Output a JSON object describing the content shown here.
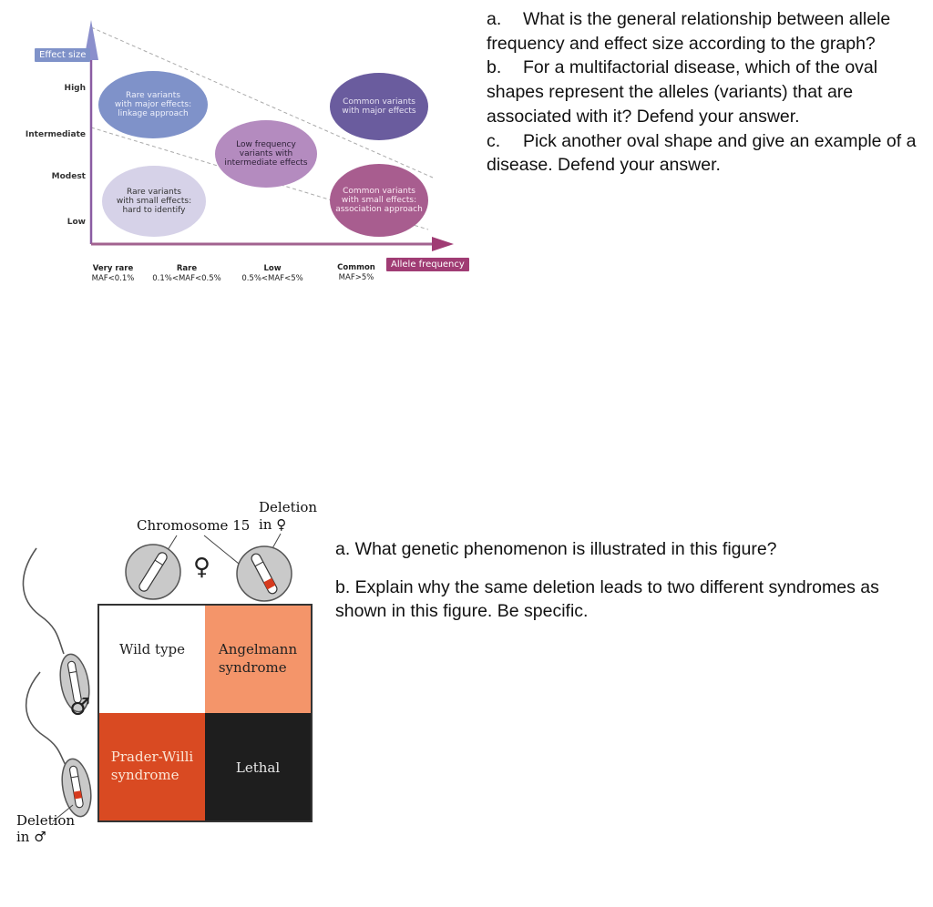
{
  "figure1": {
    "y_axis_title": "Effect size",
    "x_axis_title": "Allele frequency",
    "y_levels": [
      "High",
      "Intermediate",
      "Modest",
      "Low"
    ],
    "x_categories": [
      {
        "name": "Very rare",
        "range": "MAF<0.1%"
      },
      {
        "name": "Rare",
        "range": "0.1%<MAF<0.5%"
      },
      {
        "name": "Low",
        "range": "0.5%<MAF<5%"
      },
      {
        "name": "Common",
        "range": "MAF>5%"
      }
    ],
    "ovals": [
      {
        "label": "Rare variants\nwith major effects:\nlinkage approach",
        "color": "#7f92c9"
      },
      {
        "label": "Common variants\nwith major effects",
        "color": "#6a5c9e"
      },
      {
        "label": "Low frequency\nvariants with\nintermediate effects",
        "color": "#b48bbf"
      },
      {
        "label": "Rare variants\nwith small effects:\nhard to identify",
        "color": "#d6d2e8"
      },
      {
        "label": "Common variants\nwith small effects:\nassociation approach",
        "color": "#a85d8f"
      }
    ],
    "colors": {
      "axis_badge_y": "#7f92c9",
      "axis_badge_x": "#a03c74",
      "arrow": "#8a5ca2"
    }
  },
  "questions1": [
    {
      "letter": "a.",
      "text": "What is the general relationship between allele frequency and effect size according to the graph?"
    },
    {
      "letter": "b.",
      "text": "For a multifactorial disease, which of the oval shapes represent the alleles (variants) that are associated with it? Defend your answer."
    },
    {
      "letter": "c.",
      "text": "Pick another oval shape and give an example of a disease. Defend your answer."
    }
  ],
  "figure2": {
    "chromosome_label": "Chromosome 15",
    "deletion_female_label": "Deletion\nin ♀",
    "female_symbol": "♀",
    "male_symbol": "♂",
    "deletion_male_label": "Deletion\nin ♂",
    "cells": [
      {
        "label": "Wild type",
        "color": "#ffffff",
        "text_color": "#222222"
      },
      {
        "label": "Angelmann\nsyndrome",
        "color": "#f4956a",
        "text_color": "#222222"
      },
      {
        "label": "Prader-Willi\nsyndrome",
        "color": "#d94a22",
        "text_color": "#fbe6d6"
      },
      {
        "label": "Lethal",
        "color": "#1e1e1e",
        "text_color": "#e8e8e8"
      }
    ]
  },
  "questions2": [
    {
      "text": "a. What genetic phenomenon is illustrated in this figure?"
    },
    {
      "text": "b. Explain why the same deletion leads to two different syndromes as shown in this figure. Be specific."
    }
  ]
}
